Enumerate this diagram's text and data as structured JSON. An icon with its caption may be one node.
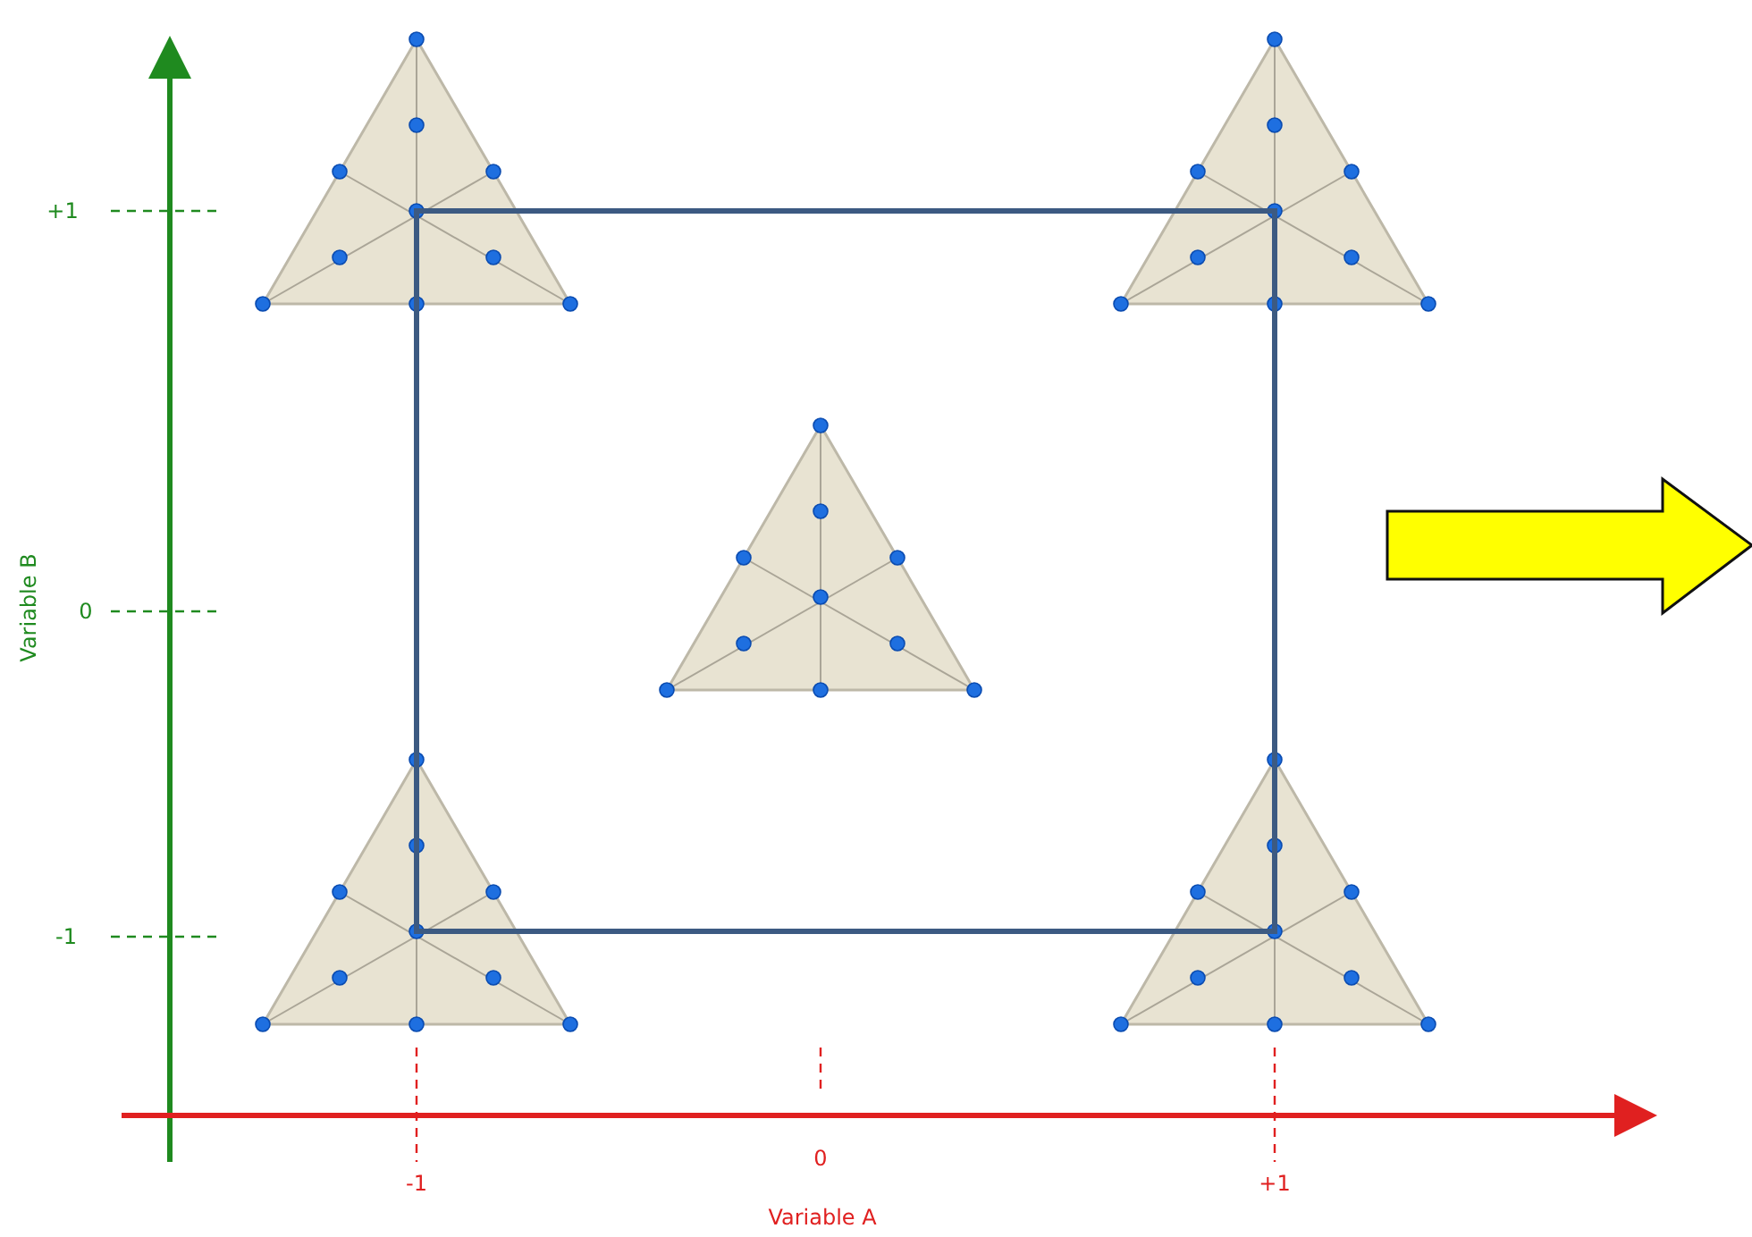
{
  "diagram": {
    "labels": [
      "+1",
      "Variable B",
      "0",
      "-1",
      "-1",
      "0",
      "+1",
      "Variable A"
    ]
  }
}
